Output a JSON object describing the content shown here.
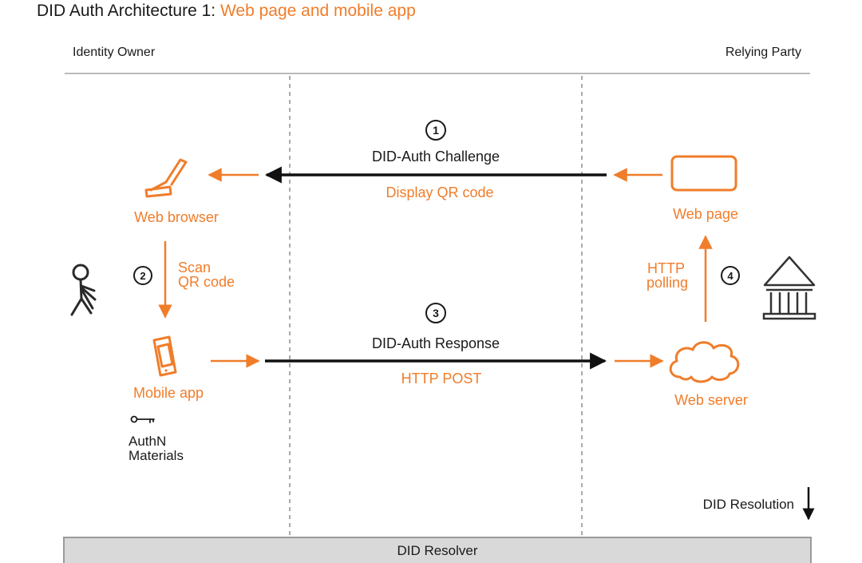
{
  "title": {
    "prefix": "DID Auth Architecture 1: ",
    "highlight": "Web page and mobile app"
  },
  "lanes": {
    "left": "Identity Owner",
    "right": "Relying Party"
  },
  "steps": {
    "s1": "1",
    "s2": "2",
    "s3": "3",
    "s4": "4"
  },
  "flows": {
    "challenge_label": "DID-Auth Challenge",
    "challenge_sublabel": "Display QR code",
    "response_label": "DID-Auth Response",
    "response_sublabel": "HTTP POST",
    "scan_line1": "Scan",
    "scan_line2": "QR code",
    "polling_line1": "HTTP",
    "polling_line2": "polling"
  },
  "nodes": {
    "web_browser": "Web browser",
    "mobile_app": "Mobile app",
    "web_page": "Web page",
    "web_server": "Web server",
    "authn_line1": "AuthN",
    "authn_line2": "Materials"
  },
  "footer": {
    "did_resolution": "DID Resolution",
    "did_resolver": "DID Resolver"
  },
  "colors": {
    "accent": "#f07d2a",
    "text": "#1a1a1a",
    "resolver_bar": "#d9d9d9"
  },
  "icons": [
    "laptop-icon",
    "mobile-phone-icon",
    "stick-figure-icon",
    "key-icon",
    "browser-window-icon",
    "cloud-icon",
    "bank-building-icon"
  ]
}
